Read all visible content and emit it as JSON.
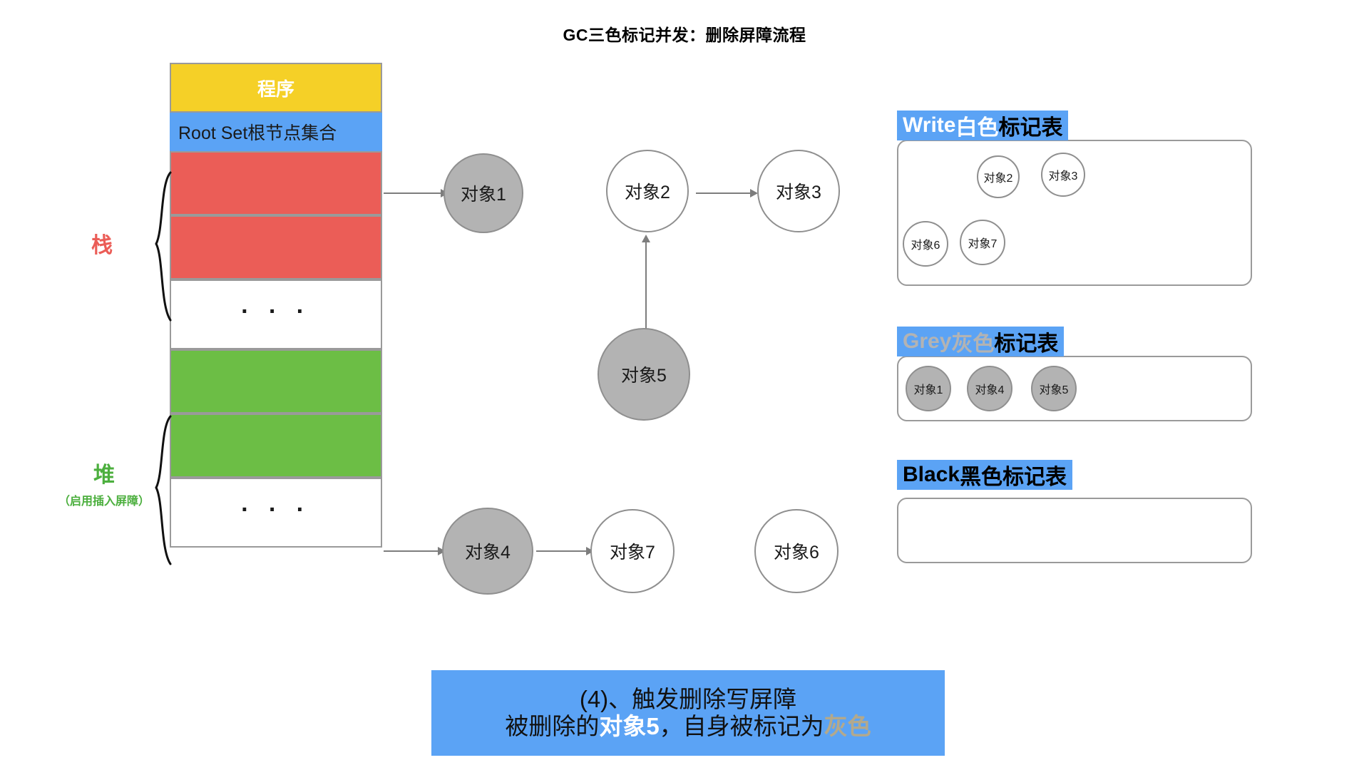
{
  "title": "GC三色标记并发：删除屏障流程",
  "memory": {
    "program_label": "程序",
    "rootset_label": "Root Set根节点集合",
    "dots": "· · ·",
    "stack_label": "栈",
    "heap_label": "堆",
    "heap_sub_label": "（启用插入屏障）"
  },
  "graph": {
    "nodes": [
      {
        "id": "obj1",
        "label": "对象1",
        "color": "grey"
      },
      {
        "id": "obj2",
        "label": "对象2",
        "color": "white"
      },
      {
        "id": "obj3",
        "label": "对象3",
        "color": "white"
      },
      {
        "id": "obj5",
        "label": "对象5",
        "color": "grey"
      },
      {
        "id": "obj4",
        "label": "对象4",
        "color": "grey"
      },
      {
        "id": "obj7",
        "label": "对象7",
        "color": "white"
      },
      {
        "id": "obj6",
        "label": "对象6",
        "color": "white"
      }
    ]
  },
  "tables": {
    "white": {
      "header_prefix": "Write ",
      "header_color_word": "白色",
      "header_suffix": "标记表",
      "items": [
        {
          "label": "对象2",
          "color": "white"
        },
        {
          "label": "对象3",
          "color": "white"
        },
        {
          "label": "对象6",
          "color": "white"
        },
        {
          "label": "对象7",
          "color": "white"
        }
      ]
    },
    "grey": {
      "header_prefix": "Grey ",
      "header_color_word": "灰色",
      "header_suffix": "标记表",
      "items": [
        {
          "label": "对象1",
          "color": "grey"
        },
        {
          "label": "对象4",
          "color": "grey"
        },
        {
          "label": "对象5",
          "color": "grey"
        }
      ]
    },
    "black": {
      "header_prefix": "Black ",
      "header_color_word": "黑色",
      "header_suffix": "标记表",
      "items": []
    }
  },
  "caption": {
    "line1": "(4)、触发删除写屏障",
    "line2_prefix": "被删除的",
    "line2_em1": "对象5",
    "line2_mid": "，自身被标记为",
    "line2_em2": "灰色"
  },
  "colors": {
    "yellow": "#F5D027",
    "blue": "#5BA3F5",
    "red": "#EB5D57",
    "green": "#6CBE45",
    "grey_node": "#b3b3b3",
    "border_grey": "#9a9a9a"
  }
}
